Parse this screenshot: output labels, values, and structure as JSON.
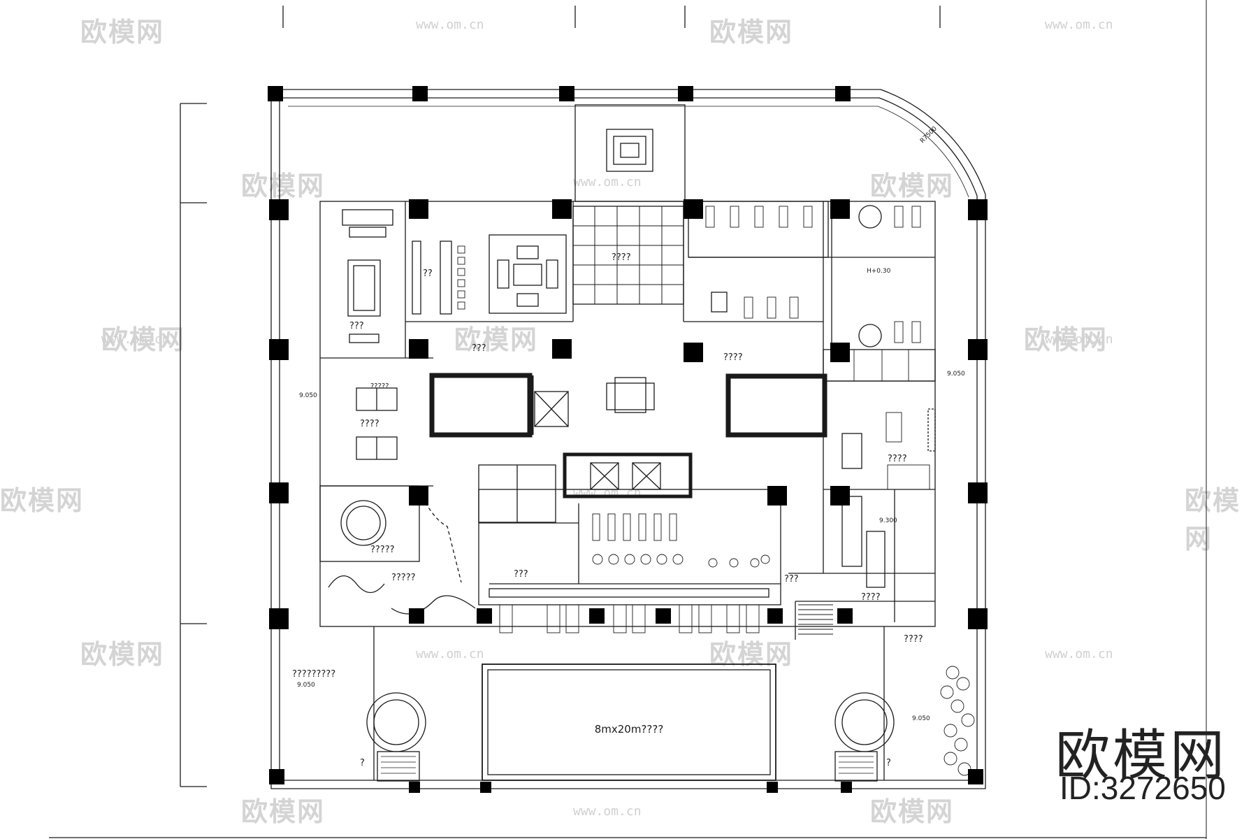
{
  "watermark": {
    "brand": "欧模网",
    "url": "www.om.cn",
    "url_short": "om.cn"
  },
  "corner_brand": {
    "name": "欧模网",
    "id": "ID:3272650"
  },
  "rooms": {
    "lounge": "???",
    "library": "???",
    "meeting": "????",
    "atrium": "????",
    "stair_hall": "????",
    "dining_round": "?????",
    "garden": "?????",
    "tea": "??",
    "gym": "???",
    "yoga": "???",
    "spa_rooms": "????",
    "locker": "?????",
    "sauna": "????",
    "changing": "????",
    "corridor": "???",
    "terrace_left": "?????????",
    "terrace_right": "????",
    "pool": "8mx20m????",
    "mark_left": "?",
    "mark_right": "?",
    "mark_small": "???"
  },
  "levels": {
    "l1": "9.050",
    "l2": "9.050",
    "l3": "9.050",
    "l4": "9.050",
    "l5": "9.300",
    "l6": "H+0.30"
  },
  "radius": "R7500",
  "colors": {
    "line": "#1a1a1a",
    "wall": "#000000",
    "watermark": "#d4d4d4"
  }
}
